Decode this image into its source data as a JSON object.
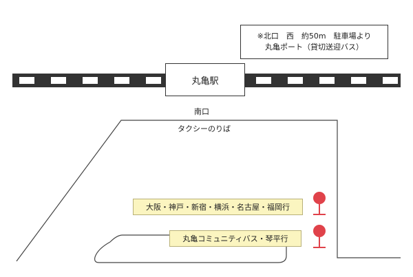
{
  "station": {
    "name": "丸亀駅"
  },
  "note": {
    "line1": "※北口　西　約50m　駐車場より",
    "line2": "丸亀ポート（貸切送迎バス）"
  },
  "labels": {
    "south_exit": "南口",
    "taxi": "タクシーのりば"
  },
  "bus_stops": [
    {
      "label": "大阪・神戸・新宿・横浜・名古屋・福岡行"
    },
    {
      "label": "丸亀コミュニティバス・琴平行"
    }
  ],
  "colors": {
    "bus_stop_marker": "#e0424a",
    "stop_label_bg": "#fbf5c0",
    "rail": "#333333"
  }
}
